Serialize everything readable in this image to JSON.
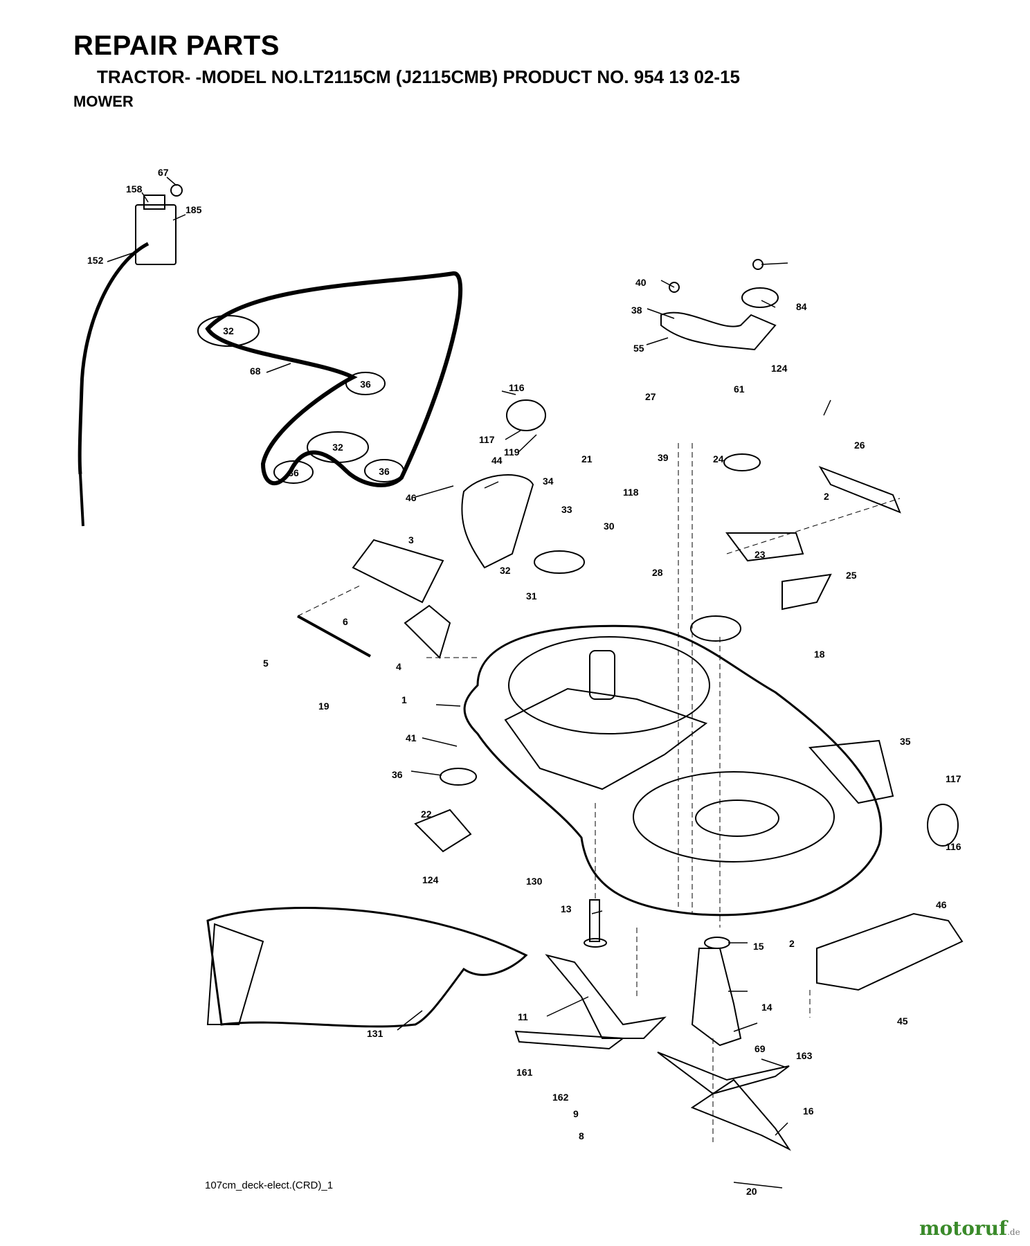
{
  "header": {
    "title": "REPAIR PARTS",
    "subtitle": "TRACTOR- -MODEL NO.LT2115CM (J2115CMB) PRODUCT NO. 954 13 02-15",
    "section": "MOWER"
  },
  "diagram": {
    "callouts": [
      "67",
      "158",
      "185",
      "152",
      "68",
      "116",
      "117",
      "119",
      "44",
      "46",
      "21",
      "34",
      "118",
      "33",
      "30",
      "32",
      "31",
      "28",
      "3",
      "6",
      "5",
      "4",
      "19",
      "1",
      "41",
      "36",
      "22",
      "124",
      "130",
      "13",
      "131",
      "11",
      "161",
      "162",
      "9",
      "8",
      "40",
      "38",
      "55",
      "84",
      "124",
      "61",
      "27",
      "39",
      "24",
      "26",
      "2",
      "23",
      "25",
      "18",
      "35",
      "117",
      "116",
      "15",
      "14",
      "69",
      "163",
      "16",
      "20",
      "45",
      "2",
      "46"
    ],
    "belt_labels": [
      "32",
      "36",
      "32",
      "36",
      "36"
    ],
    "drawing_code": "107cm_deck-elect.(CRD)_1"
  },
  "watermark": {
    "text": "motoruf",
    "suffix": ".de"
  }
}
